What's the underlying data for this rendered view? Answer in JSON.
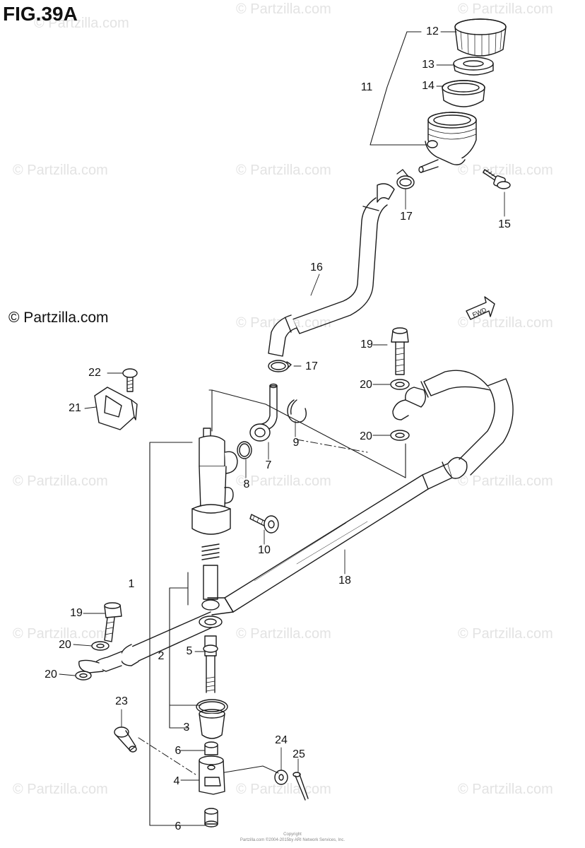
{
  "figure": {
    "title": "FIG.39A",
    "watermark": "© Partzilla.com",
    "fwd_label": "FWD",
    "footer_line1": "Copyright",
    "footer_line2": "Partzilla.com ©2004-2015by ARI Network Services, Inc."
  },
  "callouts": [
    "12",
    "13",
    "14",
    "11",
    "15",
    "17",
    "16",
    "19",
    "17",
    "22",
    "21",
    "20",
    "9",
    "20",
    "7",
    "8",
    "1",
    "10",
    "18",
    "19",
    "20",
    "5",
    "2",
    "20",
    "23",
    "3",
    "6",
    "24",
    "25",
    "4",
    "6"
  ],
  "colors": {
    "line": "#1a1a1a",
    "watermark": "#e3e3e3",
    "background": "#ffffff"
  }
}
